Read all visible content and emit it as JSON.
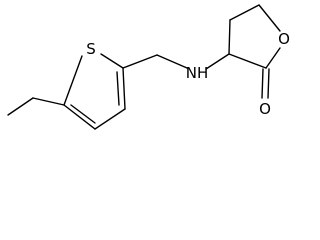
{
  "structure": {
    "atoms": {
      "sulfur": "S",
      "amine": "NH",
      "ring_oxygen": "O",
      "carbonyl_oxygen": "O"
    },
    "line_color": "#000000",
    "background_color": "#ffffff"
  }
}
